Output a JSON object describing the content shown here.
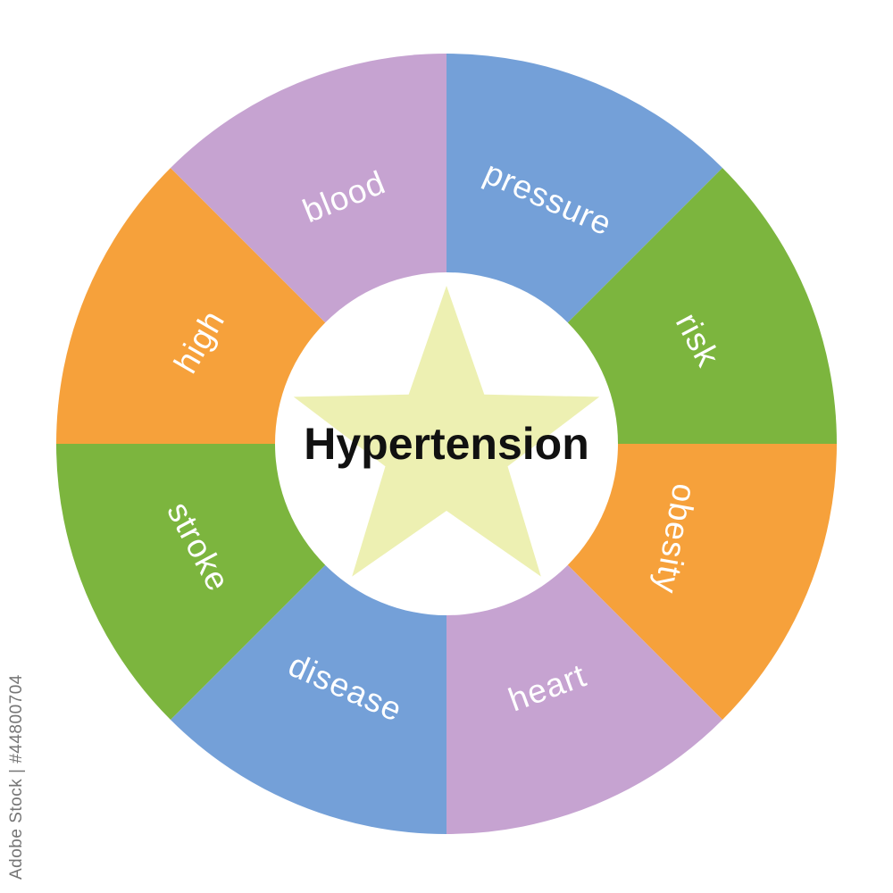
{
  "watermark": {
    "text": "Adobe Stock | #44800704"
  },
  "diagram": {
    "type": "concept-circle",
    "center_label": "Hypertension",
    "label_color": "#ffffff",
    "star_color": "#edf0b2",
    "background_color": "#ffffff",
    "segments": [
      {
        "label": "pressure",
        "color": "#74a0d8",
        "start_angle": 0,
        "end_angle": 45,
        "text_rotation": 24,
        "label_radius": 298
      },
      {
        "label": "risk",
        "color": "#7cb53e",
        "start_angle": 45,
        "end_angle": 90,
        "text_rotation": 62,
        "label_radius": 305
      },
      {
        "label": "obesity",
        "color": "#f6a13b",
        "start_angle": 90,
        "end_angle": 135,
        "text_rotation": 100,
        "label_radius": 278
      },
      {
        "label": "heart",
        "color": "#c6a3d1",
        "start_angle": 135,
        "end_angle": 180,
        "text_rotation": -20,
        "label_radius": 295
      },
      {
        "label": "disease",
        "color": "#74a0d8",
        "start_angle": 180,
        "end_angle": 225,
        "text_rotation": 24,
        "label_radius": 295
      },
      {
        "label": "stroke",
        "color": "#7cb53e",
        "start_angle": 225,
        "end_angle": 270,
        "text_rotation": 62,
        "label_radius": 300
      },
      {
        "label": "high",
        "color": "#f6a13b",
        "start_angle": 270,
        "end_angle": 315,
        "text_rotation": -60,
        "label_radius": 300
      },
      {
        "label": "blood",
        "color": "#c6a3d1",
        "start_angle": 315,
        "end_angle": 360,
        "text_rotation": -22,
        "label_radius": 300
      }
    ]
  }
}
